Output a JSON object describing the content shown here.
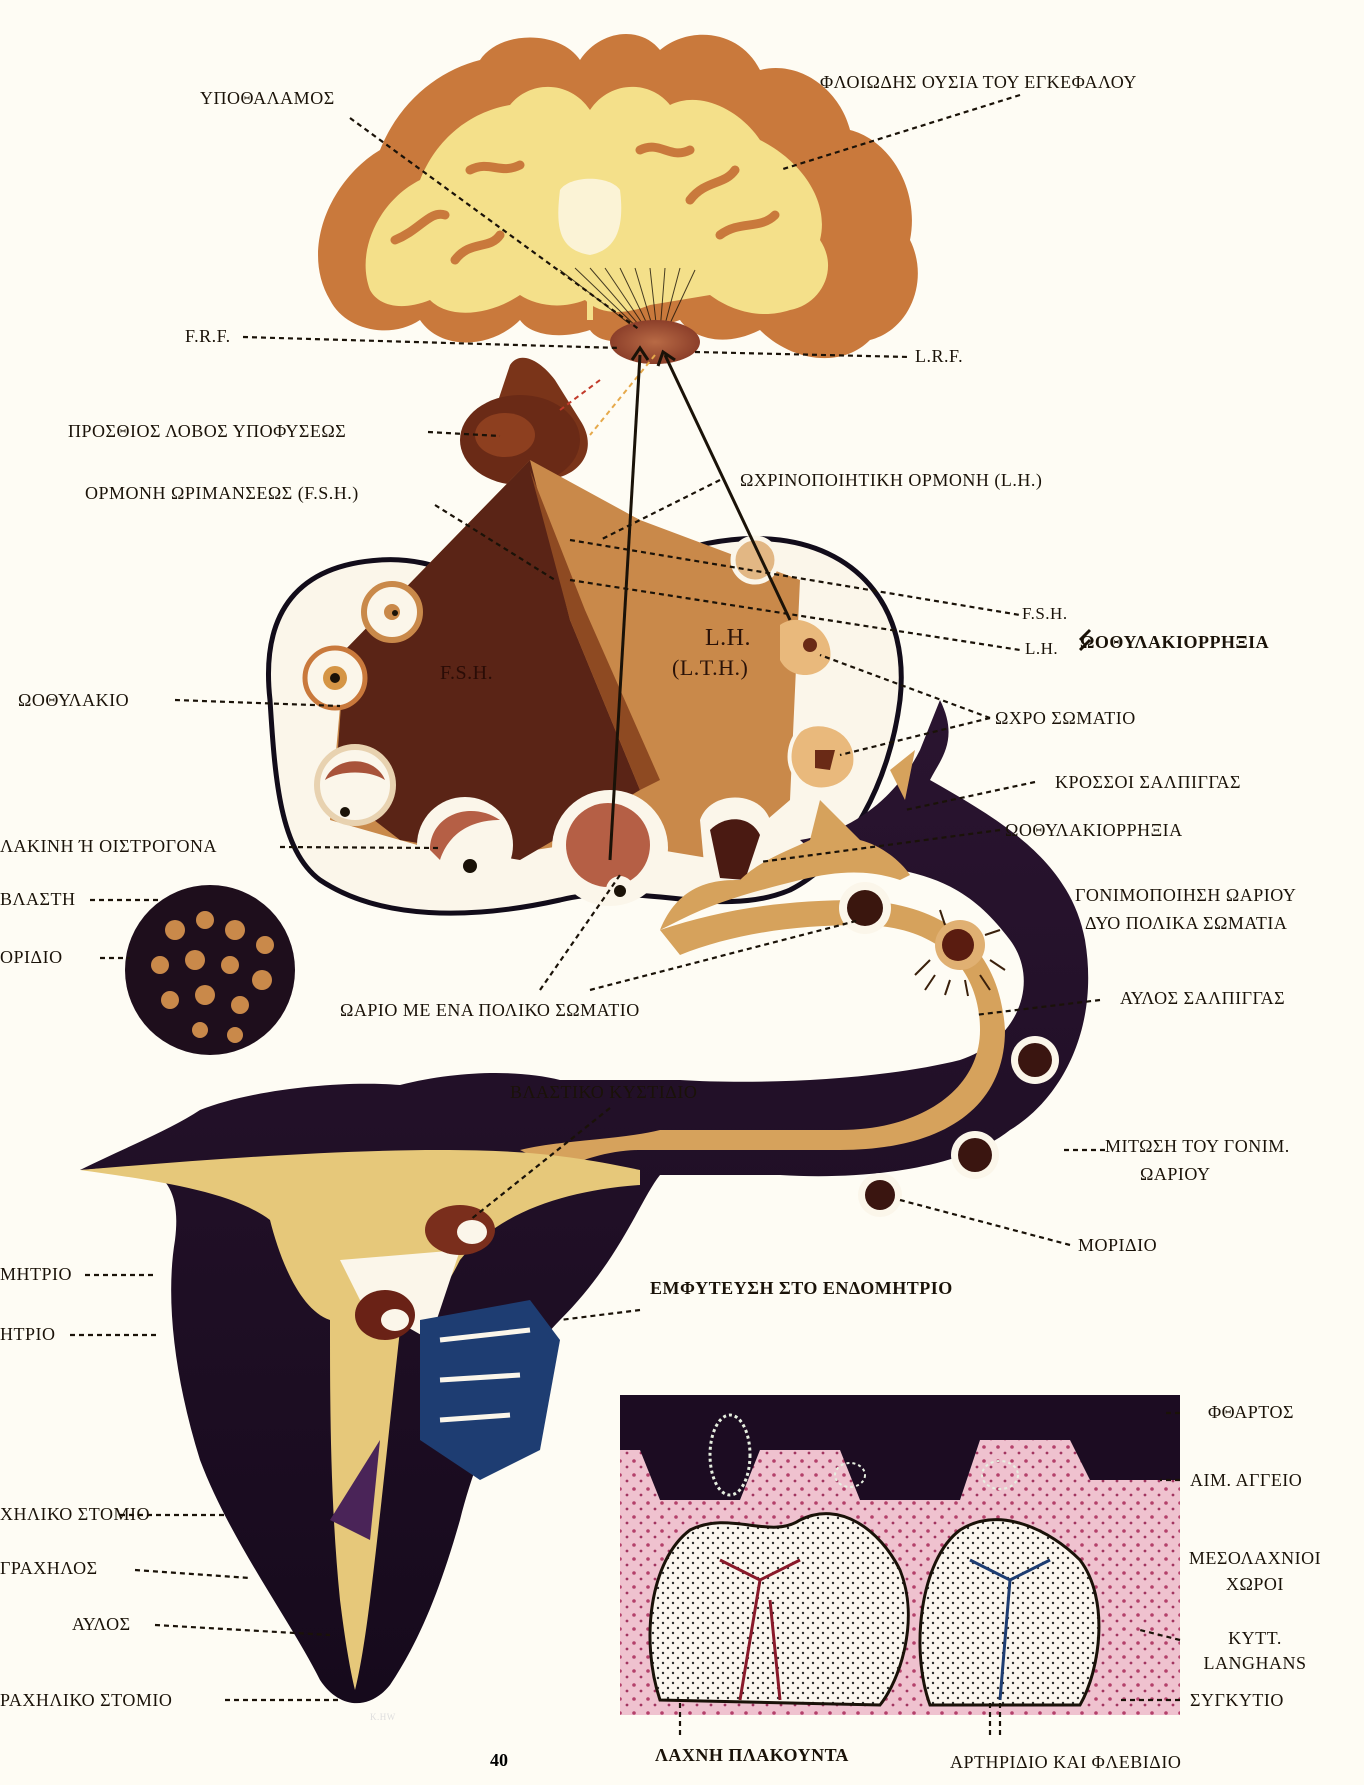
{
  "labels": {
    "hypothalamus": "ΥΠΟΘΑΛΑΜΟΣ",
    "cortex": "ΦΛΟΙΩΔΗΣ ΟΥΣΙΑ ΤΟΥ ΕΓΚΕΦΑΛΟΥ",
    "frf": "F.R.F.",
    "lrf": "L.R.F.",
    "anterior_pituitary": "ΠΡΟΣΘΙΟΣ ΛΟΒΟΣ ΥΠΟΦΥΣΕΩΣ",
    "fsh_hormone": "ΟΡΜΟΝΗ ΩΡΙΜΑΝΣΕΩΣ (F.S.H.)",
    "lh_hormone": "ΩΧΡΙΝΟΠΟΙΗΤΙΚΗ ΟΡΜΟΝΗ (L.H.)",
    "fsh_short": "F.S.H.",
    "lh_short": "L.H.",
    "ovulation_bold": "ΩΟΘΥΛΑΚΙΟΡΡΗΞΙΑ",
    "follicle": "ΩΟΘΥΛΑΚΙΟ",
    "corpus_luteum": "ΩΧΡΟ ΣΩΜΑΤΙΟ",
    "fimbriae": "ΚΡΟΣΣΟΙ ΣΑΛΠΙΓΓΑΣ",
    "ovulation": "ΩΟΘΥΛΑΚΙΟΡΡΗΞΙΑ",
    "estrogen": "ΛΑΚΙΝΗ Ή ΟΙΣΤΡΟΓΟΝΑ",
    "fertilization_1": "ΓΟΝΙΜΟΠΟΙΗΣΗ ΩΑΡΙΟΥ",
    "fertilization_2": "ΔΥΟ ΠΟΛΙΚΑ ΣΩΜΑΤΙΑ",
    "blastula": "ΒΛΑΣΤΗ",
    "morula_left": "ΟΡΙΔΙΟ",
    "ovum_polar": "ΩΑΡΙΟ ΜΕ ΕΝΑ ΠΟΛΙΚΟ ΣΩΜΑΤΙΟ",
    "tube_canal": "ΑΥΛΟΣ ΣΑΛΠΙΓΓΑΣ",
    "blastocyst": "ΒΛΑΣΤΙΚΟ ΚΥΣΤΙΔΙΟ",
    "mitosis_1": "ΜΙΤΩΣΗ ΤΟΥ ΓΟΝΙΜ.",
    "mitosis_2": "ΩΑΡΙΟΥ",
    "morula": "ΜΟΡΙΔΙΟ",
    "endometrium": "ΜΗΤΡΙΟ",
    "implantation": "ΕΜΦΥΤΕΥΣΗ ΣΤΟ ΕΝΔΟΜΗΤΡΙΟ",
    "myometrium": "ΗΤΡΙΟ",
    "internal_os": "ΧΗΛΙΚΟ ΣΤΟΜΙΟ",
    "cervix": "ΓΡΑΧΗΛΟΣ",
    "canal": "ΑΥΛΟΣ",
    "external_os": "ΡΑΧΗΛΙΚΟ ΣΤΟΜΙΟ",
    "decidua": "ΦΘΑΡΤΟΣ",
    "blood_vessel": "ΑΙΜ. ΑΓΓΕΙΟ",
    "intervillous_1": "ΜΕΣΟΛΑΧΝΙΟΙ",
    "intervillous_2": "ΧΩΡΟΙ",
    "langhans_1": "ΚΥΤΤ.",
    "langhans_2": "LANGHANS",
    "syncytium": "ΣΥΓΚΥΤΙΟ",
    "placental_villus": "ΛΑΧΝΗ ΠΛΑΚΟΥΝΤΑ",
    "arteriole_venule": "ΑΡΤΗΡΙΔΙΟ ΚΑΙ ΦΛΕΒΙΔΙΟ",
    "fsh_region": "F.S.H.",
    "lh_region_1": "L.H.",
    "lh_region_2": "(L.T.H.)",
    "page_number": "40",
    "signature": "K.HW"
  },
  "colors": {
    "cortex_orange": "#c9793c",
    "white_matter": "#f4e08a",
    "dark_purple": "#1c0c22",
    "fsh_brown": "#5a2416",
    "lh_tan": "#c9894a",
    "tube_tan": "#d6a25c",
    "pink": "#e7a6b8",
    "blue": "#1e3d72",
    "ink": "#1a1208"
  }
}
